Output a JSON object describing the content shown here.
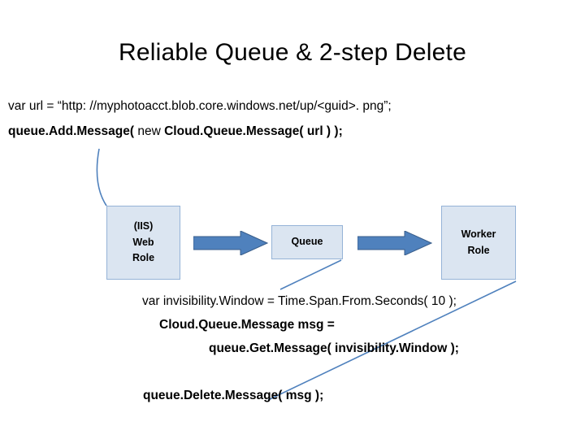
{
  "slide": {
    "title": "Reliable Queue & 2-step Delete",
    "code": {
      "line1": "var url = “http: //myphotoacct.blob.core.windows.net/up/<guid>. png”;",
      "line2_part1": "queue.",
      "line2_part2": "Add.Message(",
      "line2_part3": " new ",
      "line2_part4": "Cloud.Queue.Message(",
      "line2_part5": " url ) );"
    },
    "boxes": [
      {
        "name": "web-role",
        "line1": "(IIS)",
        "line2": "Web",
        "line3": "Role"
      },
      {
        "name": "queue",
        "line1": "Queue"
      },
      {
        "name": "worker-role",
        "line1": "Worker",
        "line2": "Role"
      }
    ],
    "notes": {
      "note1": "var invisibility.Window = Time.Span.From.Seconds( 10 );",
      "note2": "Cloud.Queue.Message  msg =",
      "note3": "queue.Get.Message( invisibility.Window );",
      "note4": "queue.Delete.Message( msg );"
    },
    "colors": {
      "box_fill": "#dbe5f1",
      "box_border": "#95b3d7",
      "arrow_fill": "#4f81bd",
      "arrow_border": "#385d8a",
      "leader_line": "#4f81bd"
    }
  }
}
